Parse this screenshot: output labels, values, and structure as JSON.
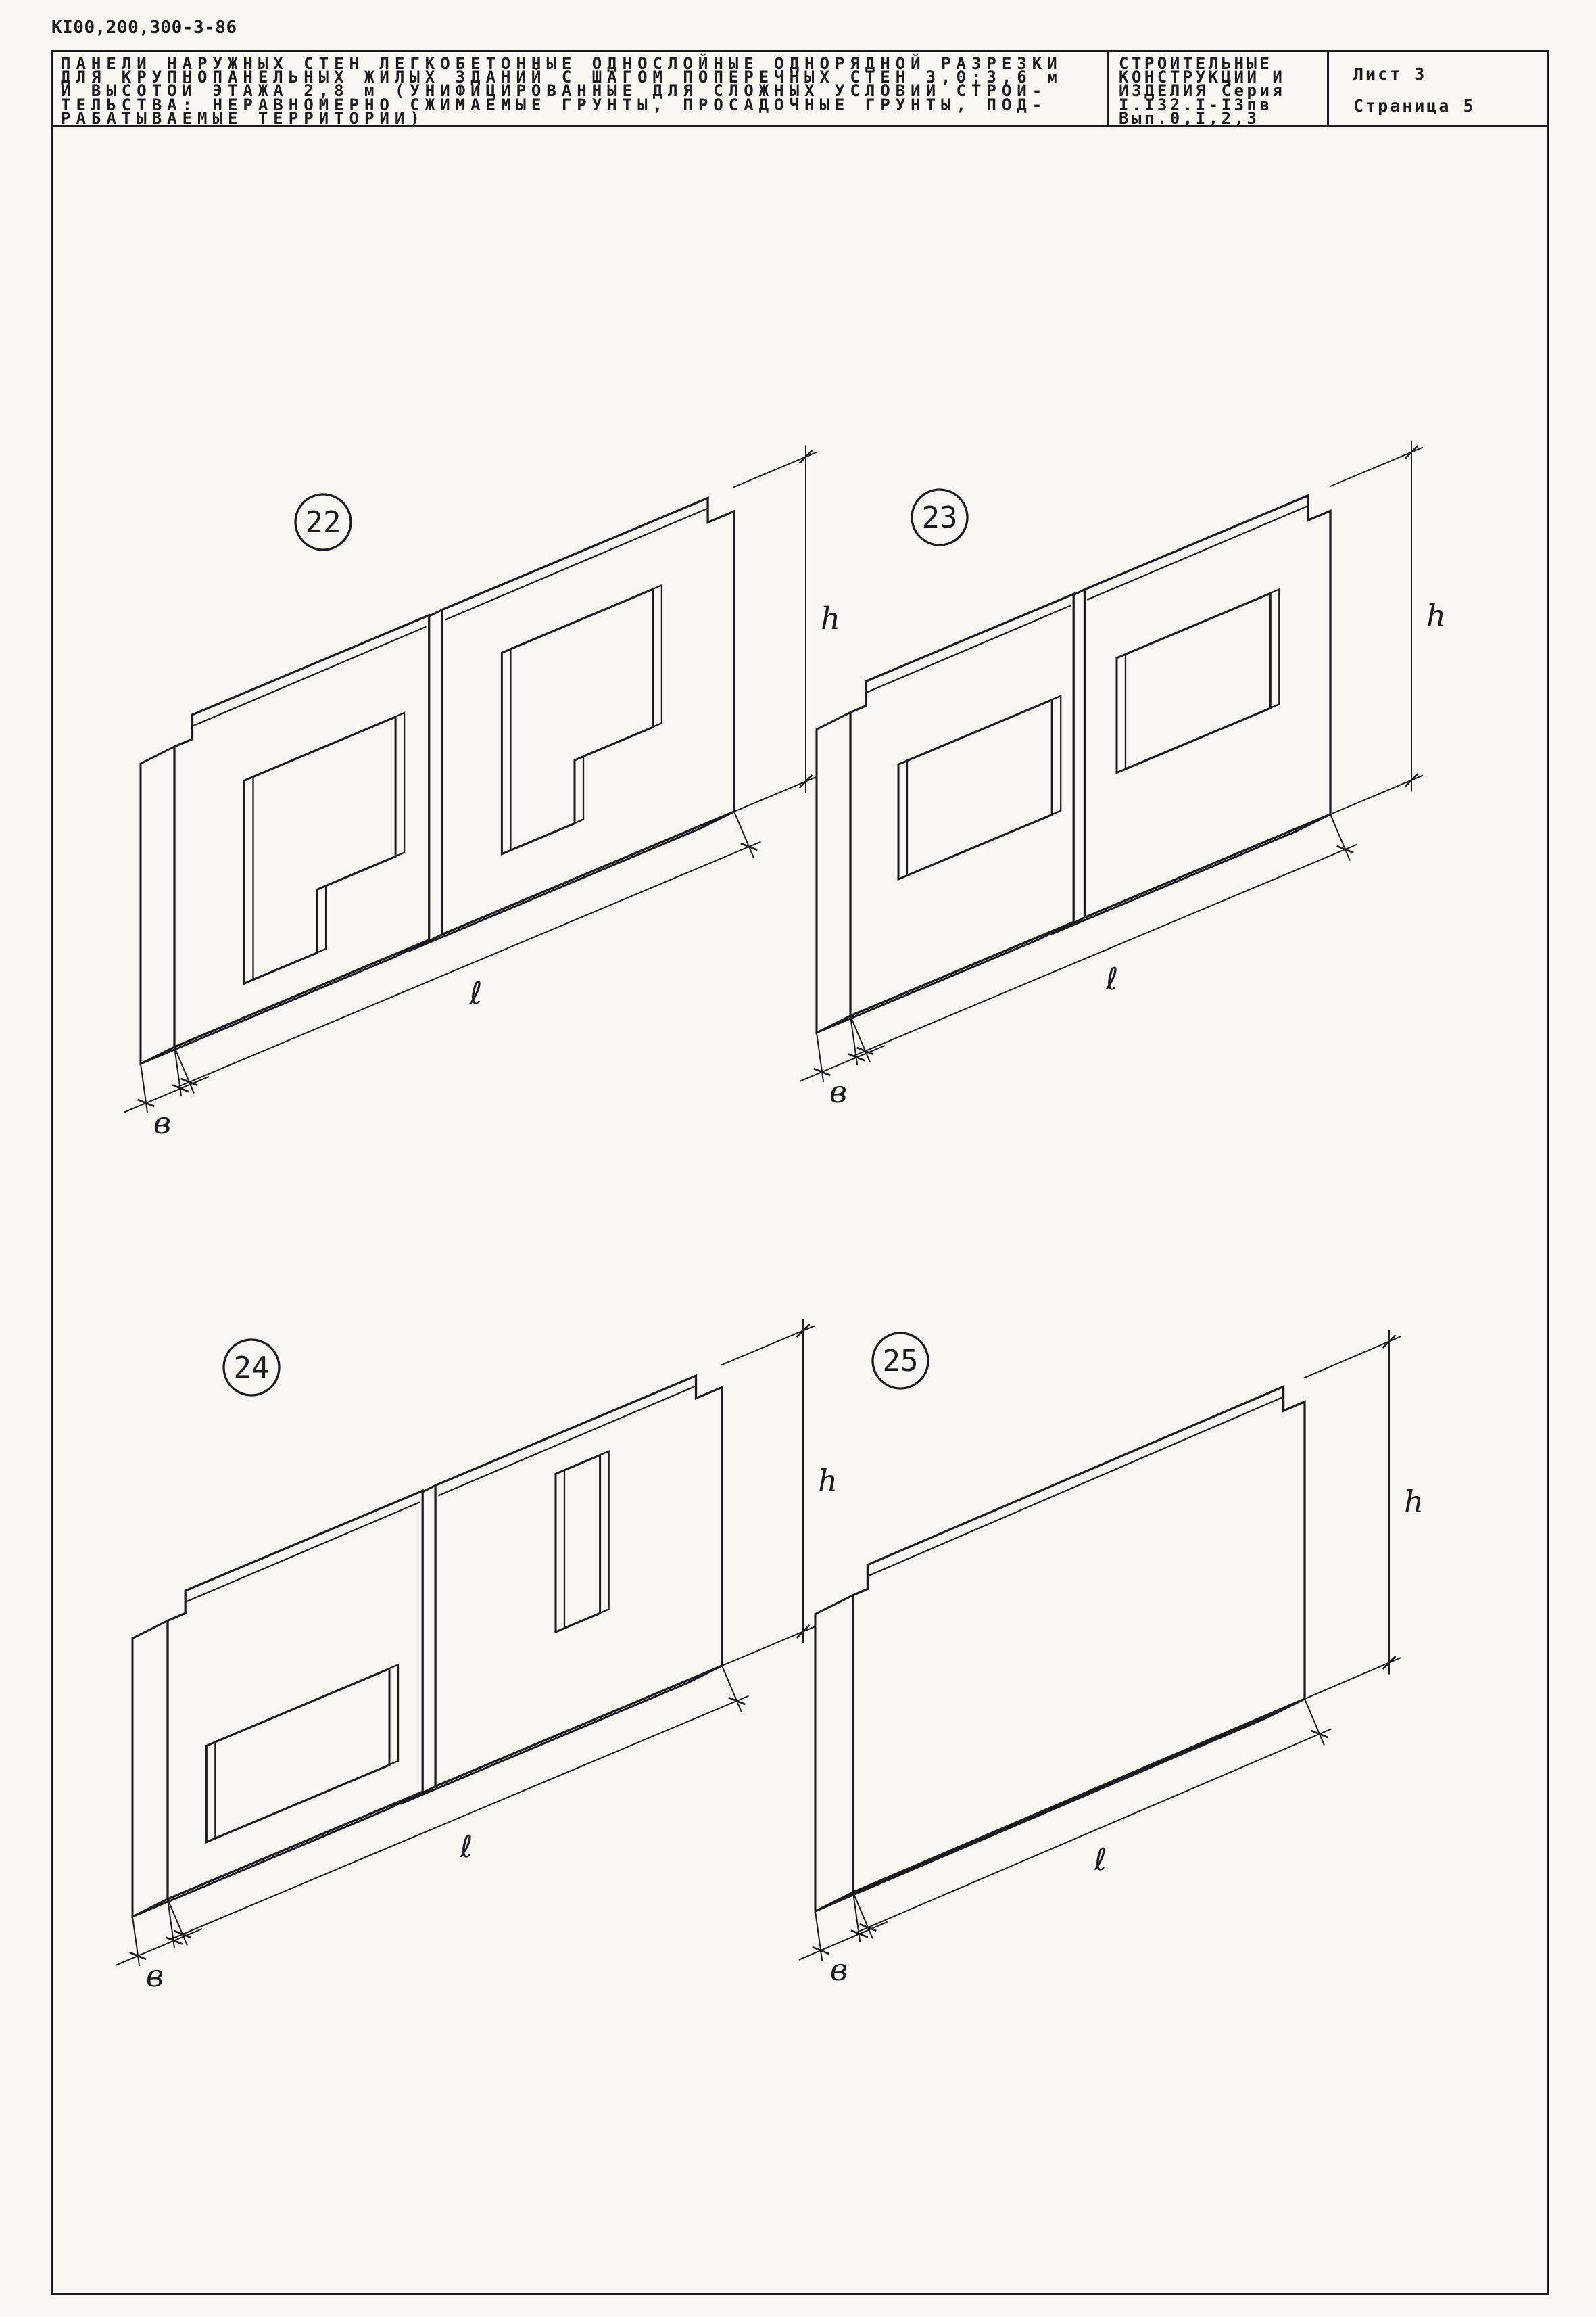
{
  "colors": {
    "ink": "#1b1b1e",
    "paper": "#f7f6f2"
  },
  "doc_code": "КI00,200,300-3-86",
  "header": {
    "title_lines": [
      "ПАНЕЛИ НАРУЖНЫХ СТЕН ЛЕГКОБЕТОННЫЕ ОДНОСЛОЙНЫЕ ОДНОРЯДНОЙ РАЗРЕЗКИ",
      "ДЛЯ КРУПНОПАНЕЛЬНЫХ ЖИЛЫХ ЗДАНИЙ С ШАГОМ ПОПЕРЕЧНЫХ СТЕН 3,0;3,6 м",
      "И ВЫСОТОЙ ЭТАЖА 2,8 м (УНИФИЦИРОВАННЫЕ ДЛЯ СЛОЖНЫХ УСЛОВИЙ СТРОИ-",
      "ТЕЛЬСТВА: НЕРАВНОМЕРНО СЖИМАЕМЫЕ ГРУНТЫ, ПРОСАДОЧНЫЕ ГРУНТЫ, ПОД-",
      "РАБАТЫВАЕМЫЕ ТЕРРИТОРИИ)"
    ],
    "series_lines": [
      "СТРОИТЕЛЬНЫЕ",
      "КОНСТРУКЦИИ И",
      "ИЗДЕЛИЯ Серия",
      "I.I32.I-I3пв",
      "Вып.0,I,2,3"
    ],
    "sheet_label": "Лист 3",
    "page_label": "Страница 5"
  },
  "figures": [
    {
      "number": "22",
      "height_label": "h",
      "length_label": "ℓ",
      "width_label": "в"
    },
    {
      "number": "23",
      "height_label": "h",
      "length_label": "ℓ",
      "width_label": "в"
    },
    {
      "number": "24",
      "height_label": "h",
      "length_label": "ℓ",
      "width_label": "в"
    },
    {
      "number": "25",
      "height_label": "h",
      "length_label": "ℓ",
      "width_label": "в"
    }
  ]
}
